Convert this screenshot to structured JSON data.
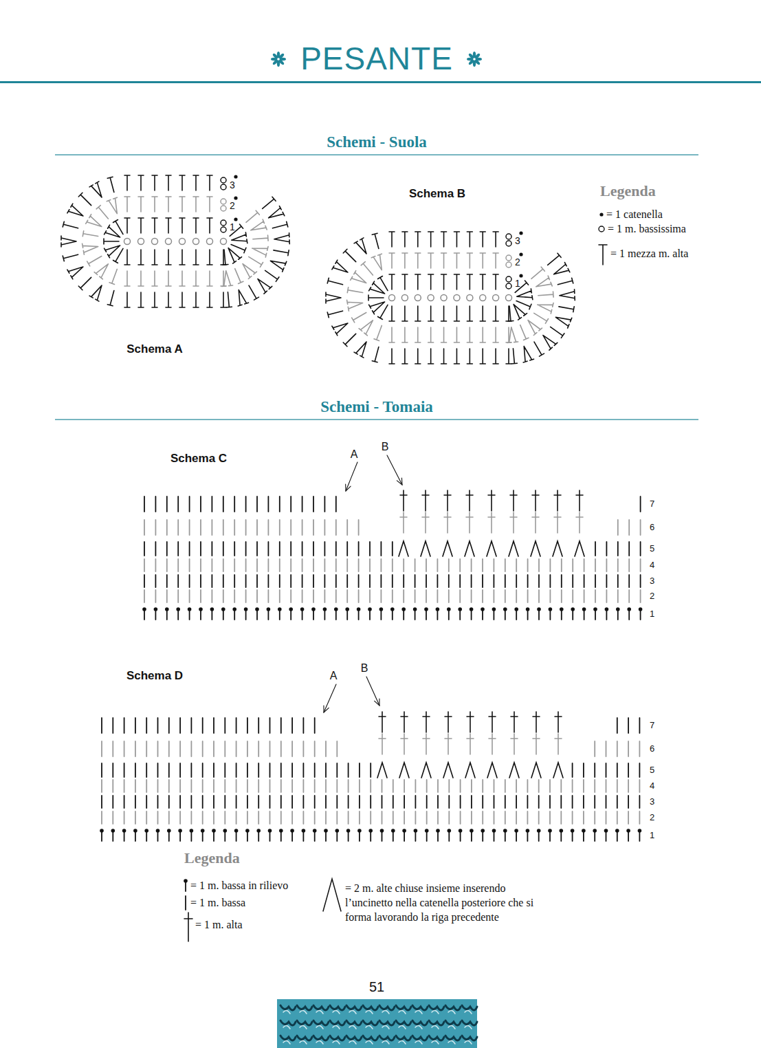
{
  "diagram": {
    "title": "PESANTE",
    "labels": [
      "Schemi - Suola",
      "3",
      "2",
      "1",
      "Schema A",
      "Schema B",
      "3",
      "2",
      "1",
      "Legenda",
      "Schemi - Tomaia",
      "Schema C",
      "A",
      "B",
      "7",
      "6",
      "5",
      "4",
      "3",
      "2",
      "1",
      "Schema D",
      "A",
      "B",
      "7",
      "6",
      "5",
      "4",
      "3",
      "2",
      "1",
      "Legenda",
      "51"
    ],
    "legend": [
      {
        "text": "= 1 catenella"
      },
      {
        "text": "= 1 m. bassissima"
      },
      {
        "text": "= 1 mezza m. alta"
      },
      {
        "text": "= 1 m. bassa in rilievo"
      },
      {
        "text": "= 1 m. bassa"
      },
      {
        "text": "= 1 m. alta"
      },
      {
        "text": "= 2 m. alte chiuse insieme inserendo l’uncinetto nella catenella posteriore che si forma lavorando la riga precedente"
      }
    ]
  }
}
